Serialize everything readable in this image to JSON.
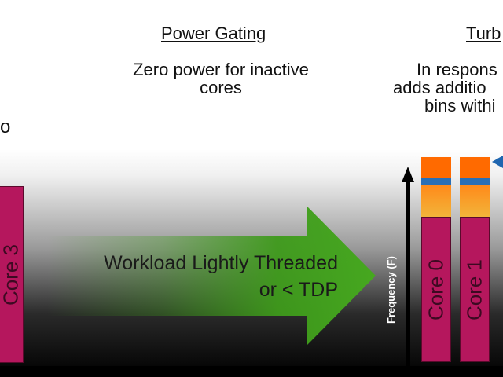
{
  "power_gating": {
    "heading": "Power Gating",
    "desc_line1": "Zero power for inactive",
    "desc_line2": "cores"
  },
  "turbo": {
    "heading": "Turb",
    "desc_line1": "In respons",
    "desc_line2": "adds additio",
    "desc_line3": "bins withi"
  },
  "left_partial_text": "o",
  "left_core_label": "Core 3",
  "arrow": {
    "line1": "Workload Lightly Threaded",
    "line2": "or < TDP",
    "color": "#3e9a1b"
  },
  "frequency_axis_label": "Frequency (F)",
  "turbo_cores": [
    {
      "label": "Core 0"
    },
    {
      "label": "Core 1"
    }
  ],
  "colors": {
    "core": "#b5175d",
    "turbo_orange": "#ff6a00",
    "turbo_blue": "#2a6fb5",
    "indicator_blue": "#1f66b0"
  }
}
